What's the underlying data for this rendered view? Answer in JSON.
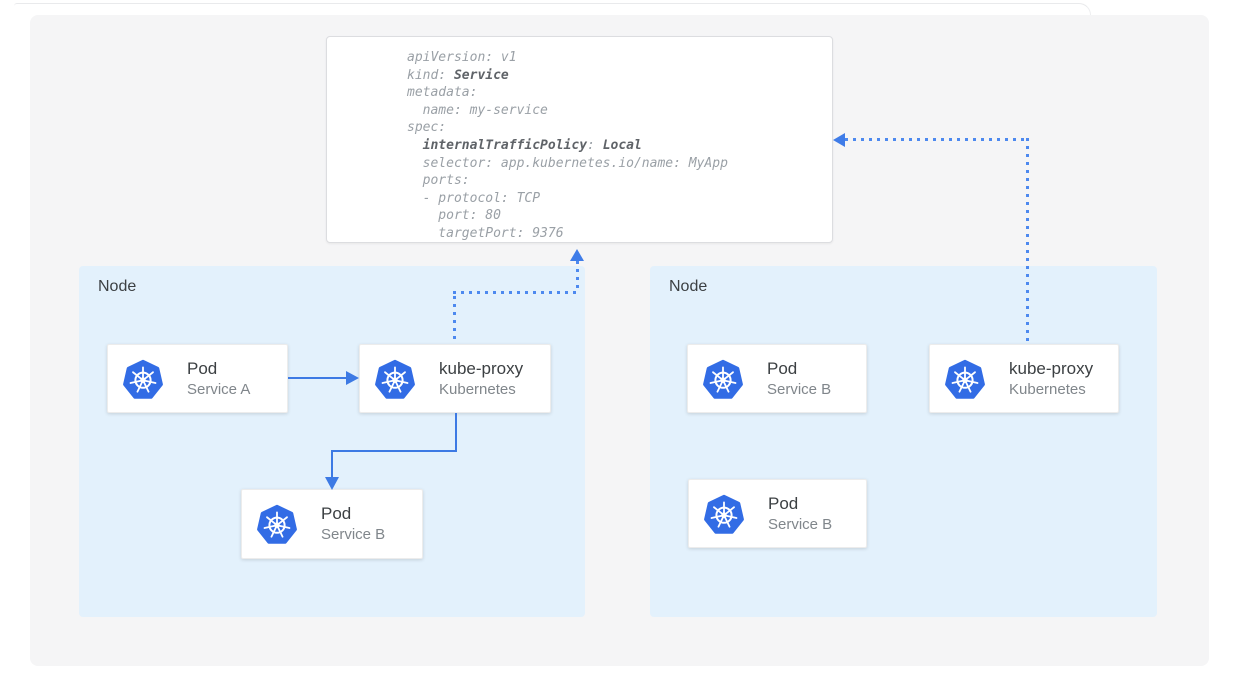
{
  "colors": {
    "panel_bg": "#f5f5f6",
    "node_bg": "#e3f1fc",
    "box_bg": "#ffffff",
    "kubernetes_blue": "#326ce5",
    "arrow_solid": "#3d7ae4",
    "arrow_dotted": "#4d89ef",
    "code_text": "#9aa0a6",
    "code_bold_text": "#5f6368",
    "title_text": "#3c4043",
    "subtitle_text": "#80868b"
  },
  "yaml_card": {
    "lines": [
      [
        {
          "t": "apiVersion: v1"
        }
      ],
      [
        {
          "t": "kind: "
        },
        {
          "t": "Service",
          "b": true
        }
      ],
      [
        {
          "t": "metadata:"
        }
      ],
      [
        {
          "t": "  name: my-service"
        }
      ],
      [
        {
          "t": "spec:"
        }
      ],
      [
        {
          "t": "  "
        },
        {
          "t": "internalTrafficPolicy",
          "b": true
        },
        {
          "t": ": "
        },
        {
          "t": "Local",
          "b": true
        }
      ],
      [
        {
          "t": "  selector: app.kubernetes.io/name: MyApp"
        }
      ],
      [
        {
          "t": "  ports:"
        }
      ],
      [
        {
          "t": "  - protocol: TCP"
        }
      ],
      [
        {
          "t": "    port: 80"
        }
      ],
      [
        {
          "t": "    targetPort: 9376"
        }
      ]
    ]
  },
  "nodes": [
    {
      "label": "Node",
      "boxes": [
        {
          "icon": "kubernetes",
          "title": "Pod",
          "subtitle": "Service A"
        },
        {
          "icon": "kubernetes",
          "title": "kube-proxy",
          "subtitle": "Kubernetes"
        },
        {
          "icon": "kubernetes",
          "title": "Pod",
          "subtitle": "Service B"
        }
      ]
    },
    {
      "label": "Node",
      "boxes": [
        {
          "icon": "kubernetes",
          "title": "Pod",
          "subtitle": "Service B"
        },
        {
          "icon": "kubernetes",
          "title": "kube-proxy",
          "subtitle": "Kubernetes"
        },
        {
          "icon": "kubernetes",
          "title": "Pod",
          "subtitle": "Service B"
        }
      ]
    }
  ],
  "arrows": [
    {
      "from": "pod-service-a",
      "to": "kube-proxy-left",
      "style": "solid"
    },
    {
      "from": "kube-proxy-left",
      "to": "pod-service-b-left",
      "style": "solid"
    },
    {
      "from": "kube-proxy-left",
      "to": "service-yaml-card",
      "style": "dotted"
    },
    {
      "from": "kube-proxy-right",
      "to": "service-yaml-card",
      "style": "dotted"
    }
  ]
}
